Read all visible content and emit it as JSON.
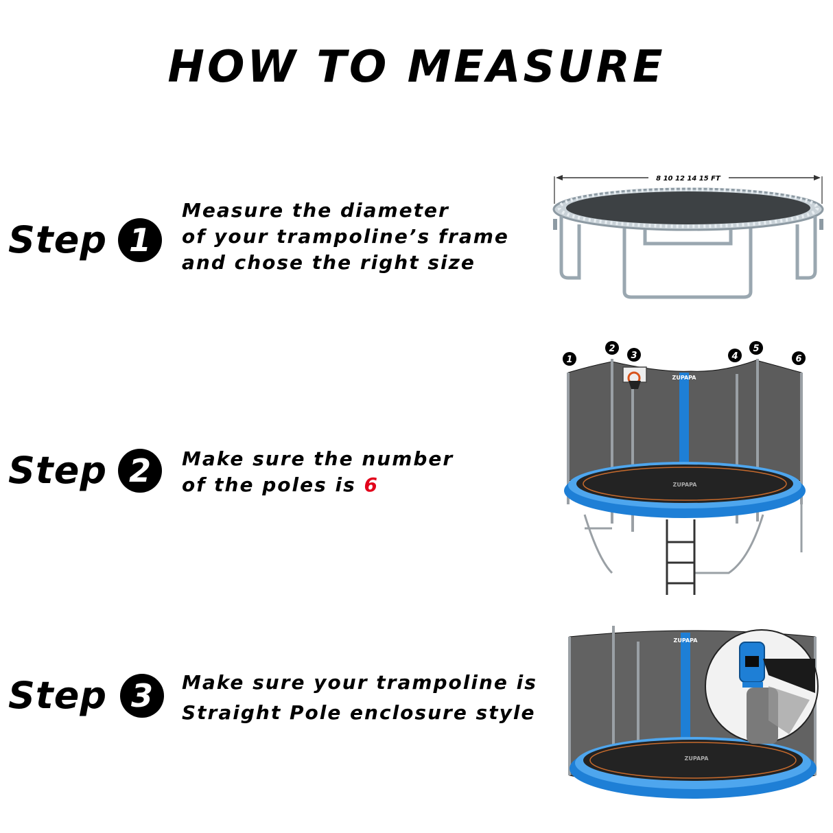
{
  "title": "HOW TO MEASURE",
  "steps": [
    {
      "word": "Step",
      "number": "1",
      "lines": [
        "Measure the diameter",
        "of your trampoline’s frame",
        "and chose the right size"
      ]
    },
    {
      "word": "Step",
      "number": "2",
      "lines": [
        "Make sure the number",
        "of the poles is "
      ],
      "highlight": "6"
    },
    {
      "word": "Step",
      "number": "3",
      "lines": [
        "Make sure your trampoline is",
        "Straight Pole enclosure style"
      ]
    }
  ],
  "figure1": {
    "dimension_label": "8 10 12 14 15 FT"
  },
  "figure2": {
    "pole_numbers": [
      "1",
      "2",
      "3",
      "4",
      "5",
      "6"
    ],
    "brand": "ZUPAPA",
    "mat_brand": "ZUPAPA"
  },
  "figure3": {
    "brand": "ZUPAPA",
    "mat_brand": "ZUPAPA"
  },
  "colors": {
    "accent_red": "#e2001a",
    "pad_blue": "#1e7fd6",
    "frame_gray": "#9aa7b0",
    "net": "#2a2a2a"
  }
}
